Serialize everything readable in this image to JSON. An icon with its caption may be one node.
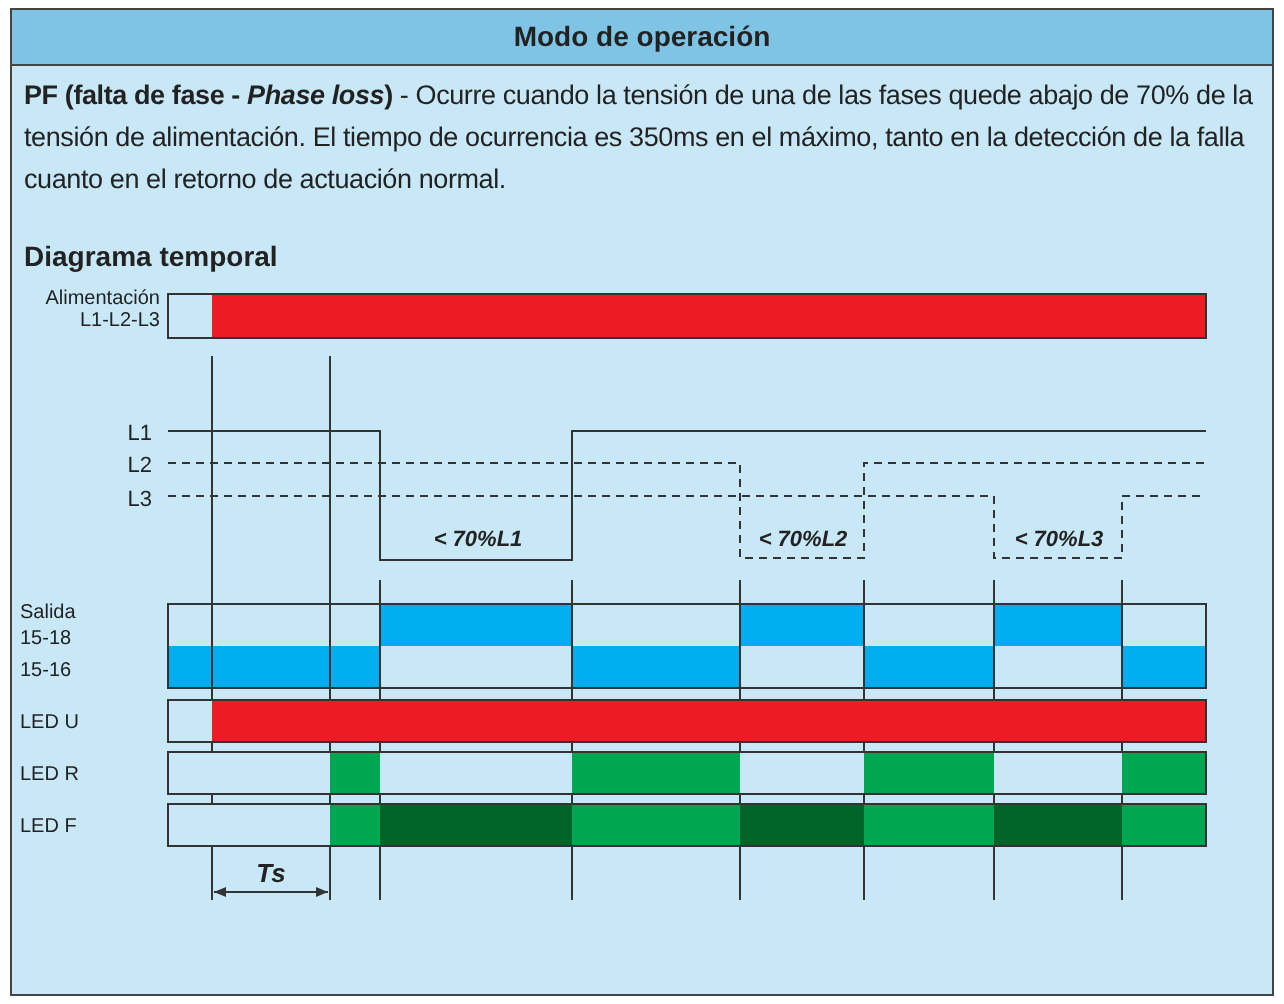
{
  "diagram": {
    "title": "Modo de operación",
    "caption": "**PF (falta de fase - *Phase loss*)** - Ocurre cuando la tensión de una de las fases quede abajo de 70% de la tensión de alimentación. El tiempo de ocurrencia es 350ms en el máximo, tanto en la detección de la falla cuanto en el retorno de actuación normal.",
    "labels": [
      "Diagrama temporal",
      "Alimentación L1-L2-L3",
      "L1",
      "L2",
      "L3",
      "< 70%L1",
      "< 70%L2",
      "< 70%L3",
      "Salida",
      "15-18",
      "15-16",
      "LED U",
      "LED R",
      "LED F",
      "Ts"
    ]
  }
}
